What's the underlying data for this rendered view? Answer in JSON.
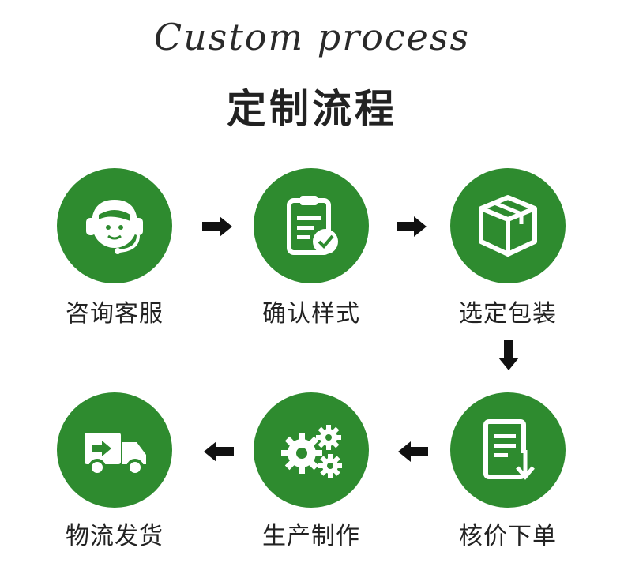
{
  "header": {
    "script_title": "Custom process",
    "title": "定制流程"
  },
  "steps": [
    {
      "label": "咨询客服",
      "icon": "headset-agent-icon"
    },
    {
      "label": "确认样式",
      "icon": "clipboard-check-icon"
    },
    {
      "label": "选定包装",
      "icon": "box-package-icon"
    },
    {
      "label": "核价下单",
      "icon": "document-download-icon"
    },
    {
      "label": "生产制作",
      "icon": "gears-icon"
    },
    {
      "label": "物流发货",
      "icon": "delivery-truck-icon"
    }
  ],
  "colors": {
    "accent": "#2e8b2f",
    "text": "#222222",
    "arrow": "#111111"
  }
}
